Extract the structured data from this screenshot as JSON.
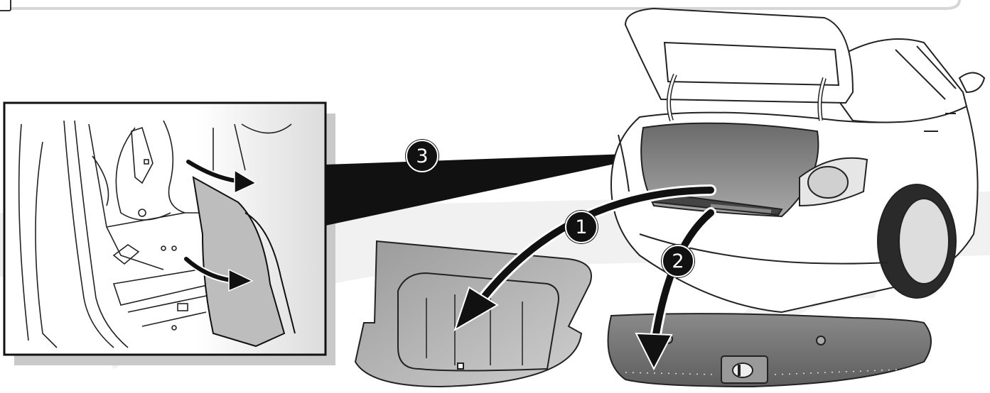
{
  "figure": {
    "steps": [
      {
        "id": "step-1",
        "label": "1"
      },
      {
        "id": "step-2",
        "label": "2"
      },
      {
        "id": "step-3",
        "label": "3"
      }
    ],
    "icons": [
      "corner-page-icon",
      "car-illustration",
      "floor-cover-part",
      "sill-trim-part",
      "trunk-side-trim-inset"
    ]
  }
}
